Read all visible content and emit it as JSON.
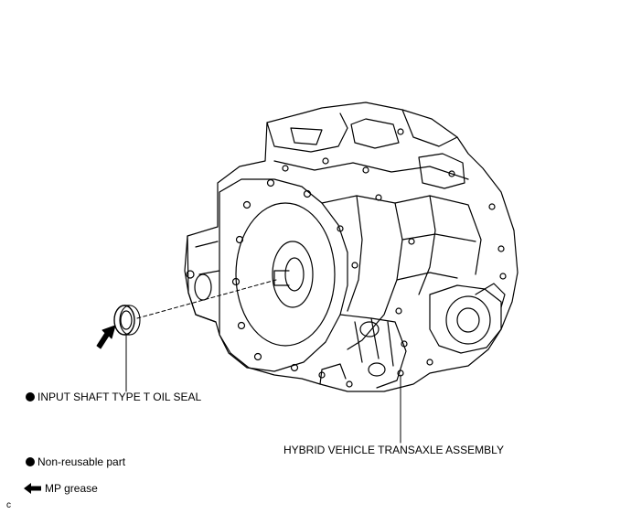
{
  "callouts": {
    "oil_seal": "INPUT SHAFT TYPE T OIL SEAL",
    "transaxle": "HYBRID VEHICLE TRANSAXLE ASSEMBLY"
  },
  "legend": {
    "non_reusable": "Non-reusable part",
    "grease": "MP grease"
  },
  "corner_mark": "c",
  "colors": {
    "ink": "#000000",
    "paper": "#ffffff"
  },
  "icons": {
    "non_reusable": "filled-circle",
    "grease": "left-arrow"
  }
}
